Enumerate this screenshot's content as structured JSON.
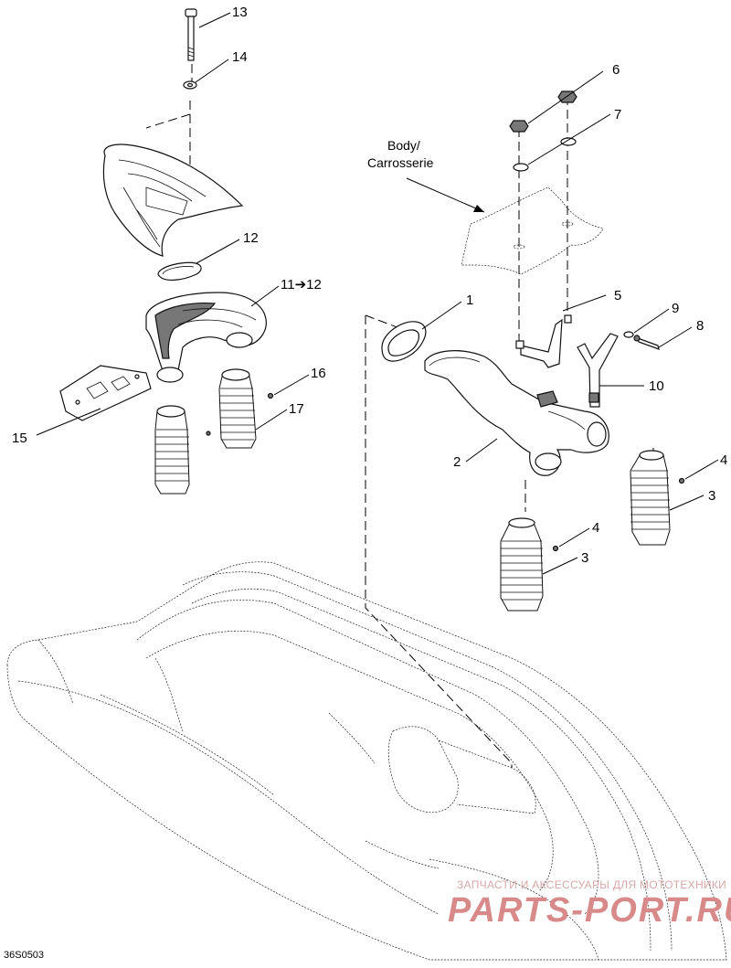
{
  "diagram": {
    "body_label_line1": "Body/",
    "body_label_line2": "Carrosserie",
    "drawing_code": "36S0503",
    "watermark_sub": "ЗАПЧАСТИ И АКСЕССУАРЫ ДЛЯ МОТОТЕХНИКИ",
    "watermark_main": "PARTS-PORT.RU",
    "callouts": [
      {
        "id": "c13",
        "label": "13"
      },
      {
        "id": "c14",
        "label": "14"
      },
      {
        "id": "c12",
        "label": "12"
      },
      {
        "id": "c11",
        "label": "11➔12"
      },
      {
        "id": "c15",
        "label": "15"
      },
      {
        "id": "c16",
        "label": "16"
      },
      {
        "id": "c17",
        "label": "17"
      },
      {
        "id": "c6",
        "label": "6"
      },
      {
        "id": "c7",
        "label": "7"
      },
      {
        "id": "c1",
        "label": "1"
      },
      {
        "id": "c5",
        "label": "5"
      },
      {
        "id": "c9",
        "label": "9"
      },
      {
        "id": "c8",
        "label": "8"
      },
      {
        "id": "c10",
        "label": "10"
      },
      {
        "id": "c2",
        "label": "2"
      },
      {
        "id": "c4a",
        "label": "4"
      },
      {
        "id": "c3a",
        "label": "3"
      },
      {
        "id": "c4b",
        "label": "4"
      },
      {
        "id": "c3b",
        "label": "3"
      }
    ]
  }
}
